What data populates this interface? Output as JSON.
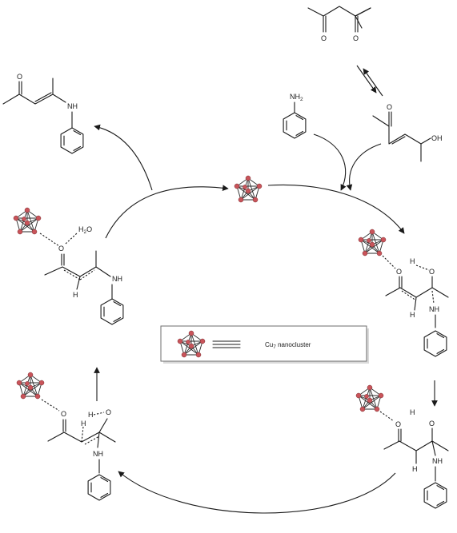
{
  "labels": {
    "nh2": "NH",
    "nh2_sub": "2",
    "oh": "OH",
    "nh": "NH",
    "o": "O",
    "h": "H",
    "h2o": "H",
    "h2o_sub": "2",
    "h2o_o": "O"
  },
  "legend": {
    "equiv": "≡",
    "text": "Cu",
    "text_sub": "7",
    "text_rest": " nanocluster"
  },
  "colors": {
    "cu_atom": "#c9545a",
    "bond": "#1a1a1a"
  }
}
